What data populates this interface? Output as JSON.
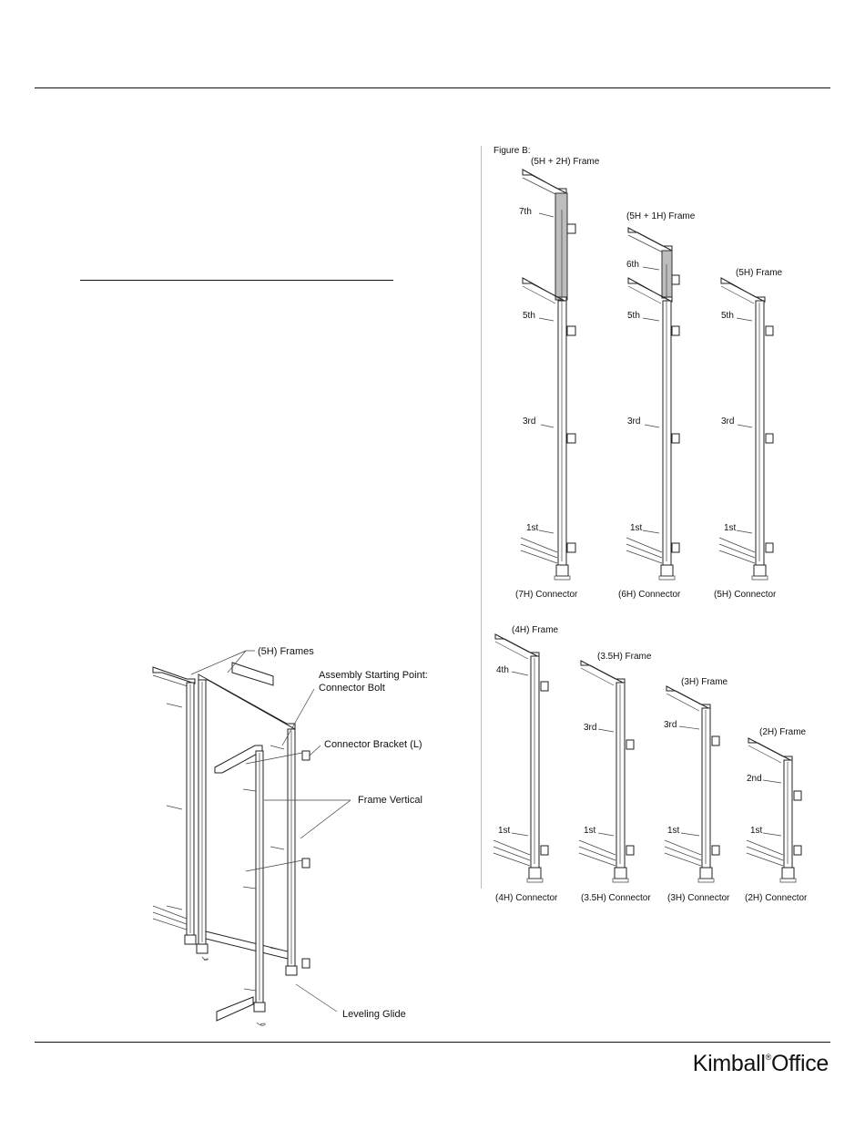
{
  "figure_b": {
    "title": "Figure B:",
    "top_row": [
      {
        "frame": "(5H + 2H) Frame",
        "connector": "(7H)  Connector",
        "bolts": [
          "7th",
          "5th",
          "3rd",
          "1st"
        ]
      },
      {
        "frame": "(5H  + 1H) Frame",
        "connector": "(6H)  Connector",
        "bolts": [
          "6th",
          "5th",
          "3rd",
          "1st"
        ]
      },
      {
        "frame": "(5H) Frame",
        "connector": "(5H)  Connector",
        "bolts": [
          "5th",
          "3rd",
          "1st"
        ]
      }
    ],
    "bottom_row": [
      {
        "frame": "(4H)  Frame",
        "connector": "(4H)  Connector",
        "bolts": [
          "4th",
          "1st"
        ]
      },
      {
        "frame": "(3.5H)  Frame",
        "connector": "(3.5H)  Connector",
        "bolts": [
          "3rd",
          "1st"
        ]
      },
      {
        "frame": "(3H)  Frame",
        "connector": "(3H)  Connector",
        "bolts": [
          "3rd",
          "1st"
        ]
      },
      {
        "frame": "(2H) Frame",
        "connector": "(2H) Connector",
        "bolts": [
          "2nd",
          "1st"
        ]
      }
    ]
  },
  "assembly": {
    "frames": "(5H)  Frames",
    "start_point_line1": "Assembly Starting Point:",
    "start_point_line2": "Connector Bolt",
    "bracket": "Connector Bracket (L)",
    "vertical": "Frame Vertical",
    "glide": "Leveling Glide"
  },
  "footer": {
    "brand": "Kimball",
    "brand_mark": "®",
    "brand_suffix": "Office"
  }
}
